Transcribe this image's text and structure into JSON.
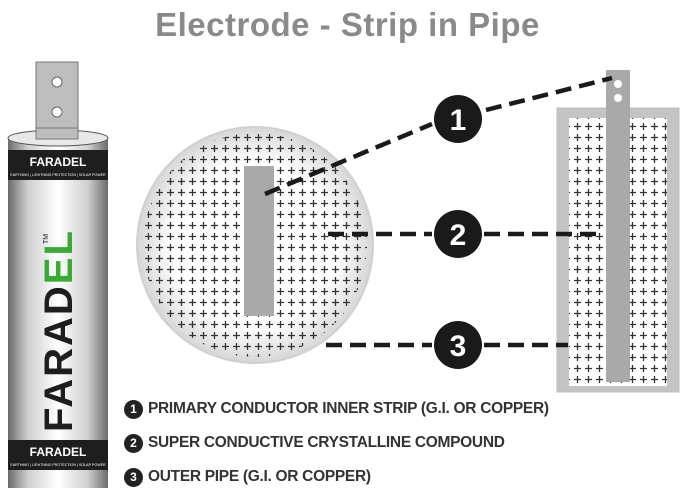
{
  "title": "Electrode - Strip in Pipe",
  "brand": {
    "logo_small": "FARADEL",
    "tm": "TM",
    "tagline": "EARTHING | LIGHTNING PROTECTION | SOLAR POWER",
    "vertical_black": "FARAD",
    "vertical_green": "EL",
    "brand_green": "#3aaa35"
  },
  "markers": [
    "1",
    "2",
    "3"
  ],
  "legend": [
    {
      "num": "1",
      "text": "PRIMARY CONDUCTOR INNER STRIP (G.I. OR COPPER)"
    },
    {
      "num": "2",
      "text": "SUPER CONDUCTIVE CRYSTALLINE COMPOUND"
    },
    {
      "num": "3",
      "text": "OUTER PIPE (G.I. OR COPPER)"
    }
  ]
}
